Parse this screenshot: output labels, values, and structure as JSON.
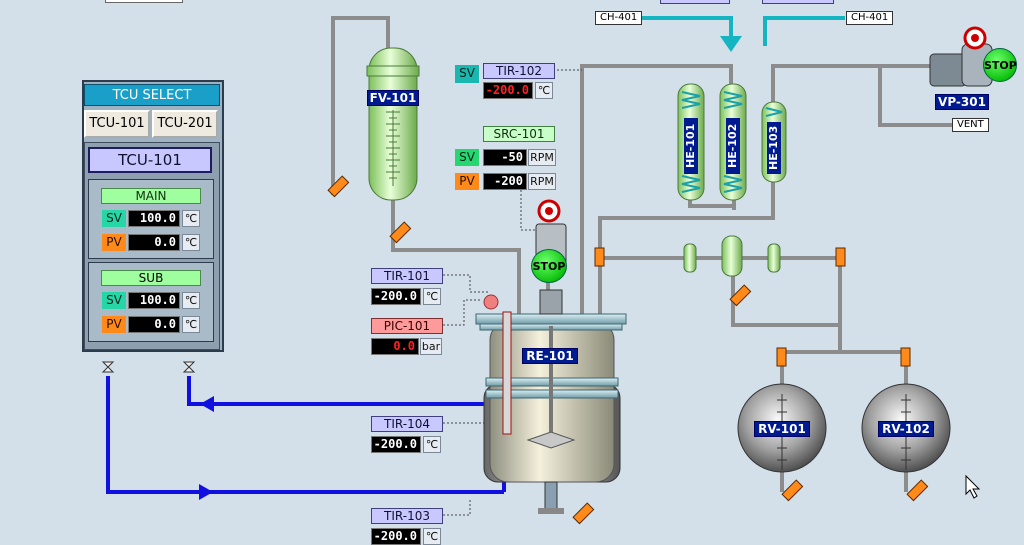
{
  "tcu_panel": {
    "header": "TCU SELECT",
    "buttons": [
      "TCU-101",
      "TCU-201"
    ],
    "selected_title": "TCU-101",
    "main": {
      "label": "MAIN",
      "sv_label": "SV",
      "sv_value": "100.0",
      "sv_unit": "℃",
      "pv_label": "PV",
      "pv_value": "0.0",
      "pv_unit": "℃"
    },
    "sub": {
      "label": "SUB",
      "sv_label": "SV",
      "sv_value": "100.0",
      "sv_unit": "℃",
      "pv_label": "PV",
      "pv_value": "0.0",
      "pv_unit": "℃"
    }
  },
  "equipment": {
    "fv101": "FV-101",
    "re101": "RE-101",
    "he101": "HE-101",
    "he102": "HE-102",
    "he103": "HE-103",
    "vp301": "VP-301",
    "rv101": "RV-101",
    "rv102": "RV-102"
  },
  "tir102": {
    "sv_label": "SV",
    "tag": "TIR-102",
    "value": "-200.0",
    "unit": "℃"
  },
  "src101": {
    "tag": "SRC-101",
    "sv_label": "SV",
    "sv_value": "-50",
    "pv_label": "PV",
    "pv_value": "-200",
    "unit": "RPM"
  },
  "tir101": {
    "tag": "TIR-101",
    "value": "-200.0",
    "unit": "℃"
  },
  "pic101": {
    "tag": "PIC-101",
    "value": "0.0",
    "unit": "bar"
  },
  "tir104": {
    "tag": "TIR-104",
    "value": "-200.0",
    "unit": "℃"
  },
  "tir103": {
    "tag": "TIR-103",
    "value": "-200.0",
    "unit": "℃"
  },
  "stop_label": "STOP",
  "lines": {
    "ch401_left": "CH-401",
    "ch401_right": "CH-401",
    "vent": "VENT"
  },
  "colors": {
    "background": "#d3e0ea",
    "pipe": "#8c8c8c",
    "coolant": "#1010e0",
    "chilled": "#14b4c0",
    "vessel_tag": "#001a8f",
    "glass": "#b8f0a0"
  }
}
